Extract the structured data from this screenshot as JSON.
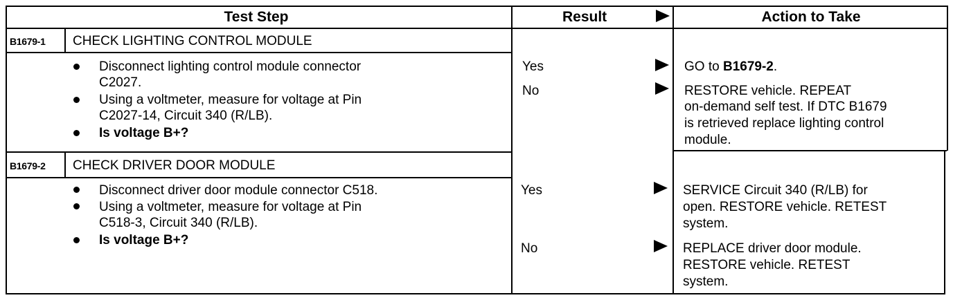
{
  "header": {
    "test_step": "Test Step",
    "result": "Result",
    "action": "Action to Take"
  },
  "steps": [
    {
      "id": "B1679-1",
      "title": "CHECK LIGHTING CONTROL MODULE",
      "bullets": [
        [
          "Disconnect lighting control module connector",
          "C2027."
        ],
        [
          "Using a voltmeter, measure for voltage at Pin",
          "C2027-14, Circuit 340 (R/LB)."
        ],
        [
          "Is voltage B+?"
        ]
      ],
      "results": [
        "Yes",
        "No"
      ],
      "actions": [
        {
          "prefix": "GO to ",
          "bold": "B1679-2",
          "suffix": "."
        },
        {
          "lines": [
            "RESTORE vehicle. REPEAT",
            "on-demand self test. If DTC B1679",
            "is retrieved replace lighting control",
            "module."
          ]
        }
      ]
    },
    {
      "id": "B1679-2",
      "title": "CHECK DRIVER DOOR MODULE",
      "bullets": [
        [
          "Disconnect driver door module connector C518."
        ],
        [
          "Using a voltmeter, measure for voltage at Pin",
          "C518-3, Circuit 340 (R/LB)."
        ],
        [
          "Is voltage B+?"
        ]
      ],
      "results": [
        "Yes",
        "No"
      ],
      "actions": [
        {
          "lines": [
            "SERVICE Circuit 340 (R/LB) for",
            "open. RESTORE vehicle. RETEST",
            "system."
          ]
        },
        {
          "lines": [
            "REPLACE driver door module.",
            "RESTORE vehicle. RETEST",
            "system."
          ]
        }
      ]
    }
  ]
}
